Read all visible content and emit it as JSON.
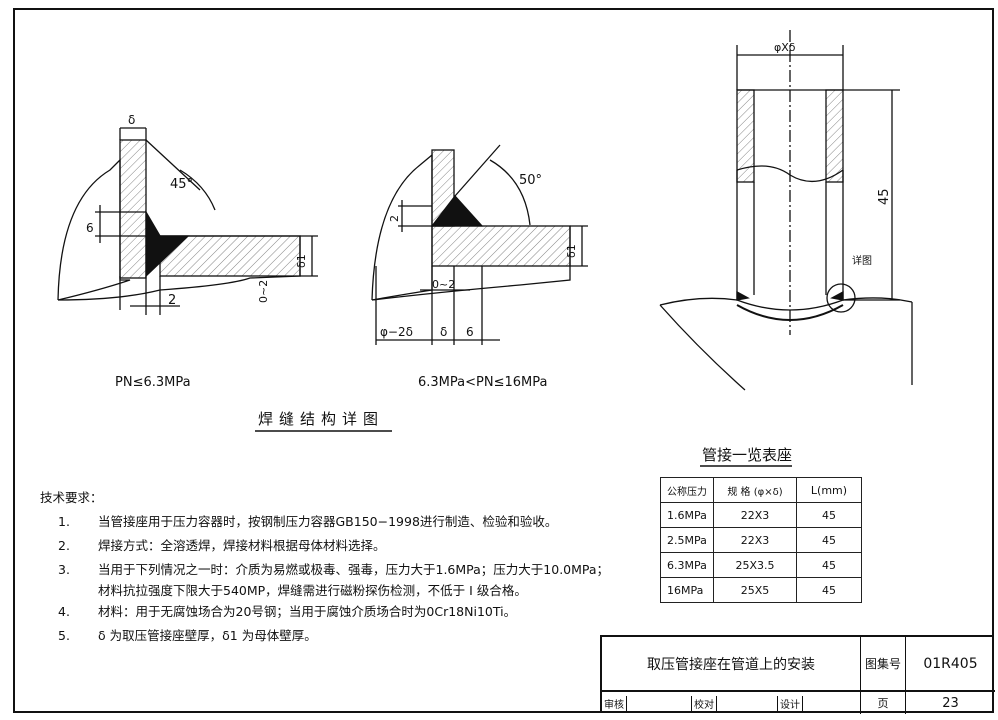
{
  "details": {
    "title": "焊缝结构详图",
    "detail1": {
      "caption": "PN≤6.3MPa",
      "delta": "δ",
      "angle": "45°",
      "dim_6": "6",
      "dim_2": "2",
      "dim_0_2": "0~2",
      "delta1": "δ1"
    },
    "detail2": {
      "caption": "6.3MPa<PN≤16MPa",
      "angle": "50°",
      "dim_2": "2",
      "dim_0_2": "0~2",
      "delta1": "δ1",
      "phi": "φ−2δ",
      "delta": "δ",
      "dim_6": "6"
    }
  },
  "pipe_view": {
    "dim_top": "φXδ",
    "dim_height": "45",
    "detail_label": "详图"
  },
  "notes": {
    "title": "技术要求：",
    "items": [
      {
        "num": "1.",
        "text": "当管接座用于压力容器时，按钢制压力容器GB150−1998进行制造、检验和验收。"
      },
      {
        "num": "2.",
        "text": "焊接方式：全溶透焊，焊接材料根据母体材料选择。"
      },
      {
        "num": "3.",
        "text": "当用于下列情况之一时：介质为易燃或极毒、强毒，压力大于1.6MPa；压力大于10.0MPa；"
      },
      {
        "num": "",
        "text": "材料抗拉强度下限大于540MP，焊缝需进行磁粉探伤检测，不低于 Ⅰ 级合格。"
      },
      {
        "num": "4.",
        "text": "材料：用于无腐蚀场合为20号钢；当用于腐蚀介质场合时为0Cr18Ni10Ti。"
      },
      {
        "num": "5.",
        "text": "δ 为取压管接座壁厚，δ1 为母体壁厚。"
      }
    ]
  },
  "table": {
    "title": "管接一览表座",
    "headers": [
      "公称压力",
      "规 格 (φ×δ)",
      "L(mm)"
    ],
    "rows": [
      [
        "1.6MPa",
        "22X3",
        "45"
      ],
      [
        "2.5MPa",
        "22X3",
        "45"
      ],
      [
        "6.3MPa",
        "25X3.5",
        "45"
      ],
      [
        "16MPa",
        "25X5",
        "45"
      ]
    ]
  },
  "title_block": {
    "drawing_title": "取压管接座在管道上的安装",
    "atlas_label": "图集号",
    "atlas_no": "01R405",
    "review_label": "审核",
    "check_label": "校对",
    "design_label": "设计",
    "page_label": "页",
    "page_no": "23"
  }
}
